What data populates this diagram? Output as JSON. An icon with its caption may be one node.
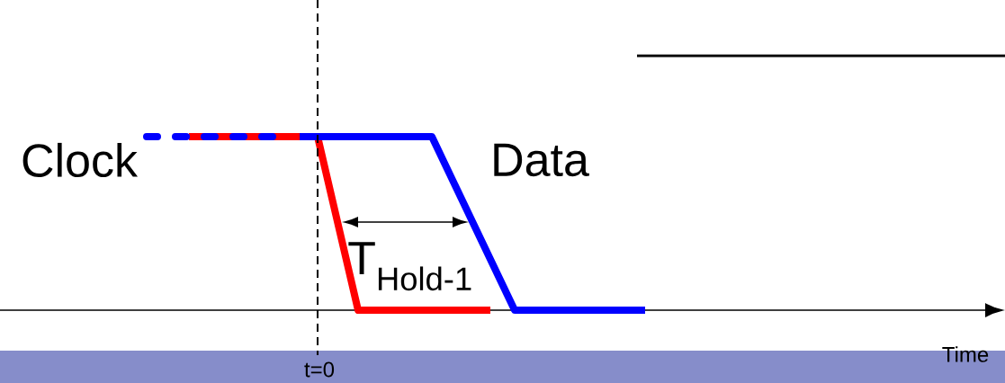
{
  "diagram": {
    "labels": [
      "Clock",
      "Data",
      "T$_{Hold-1}$",
      "t=0",
      "Time"
    ]
  }
}
